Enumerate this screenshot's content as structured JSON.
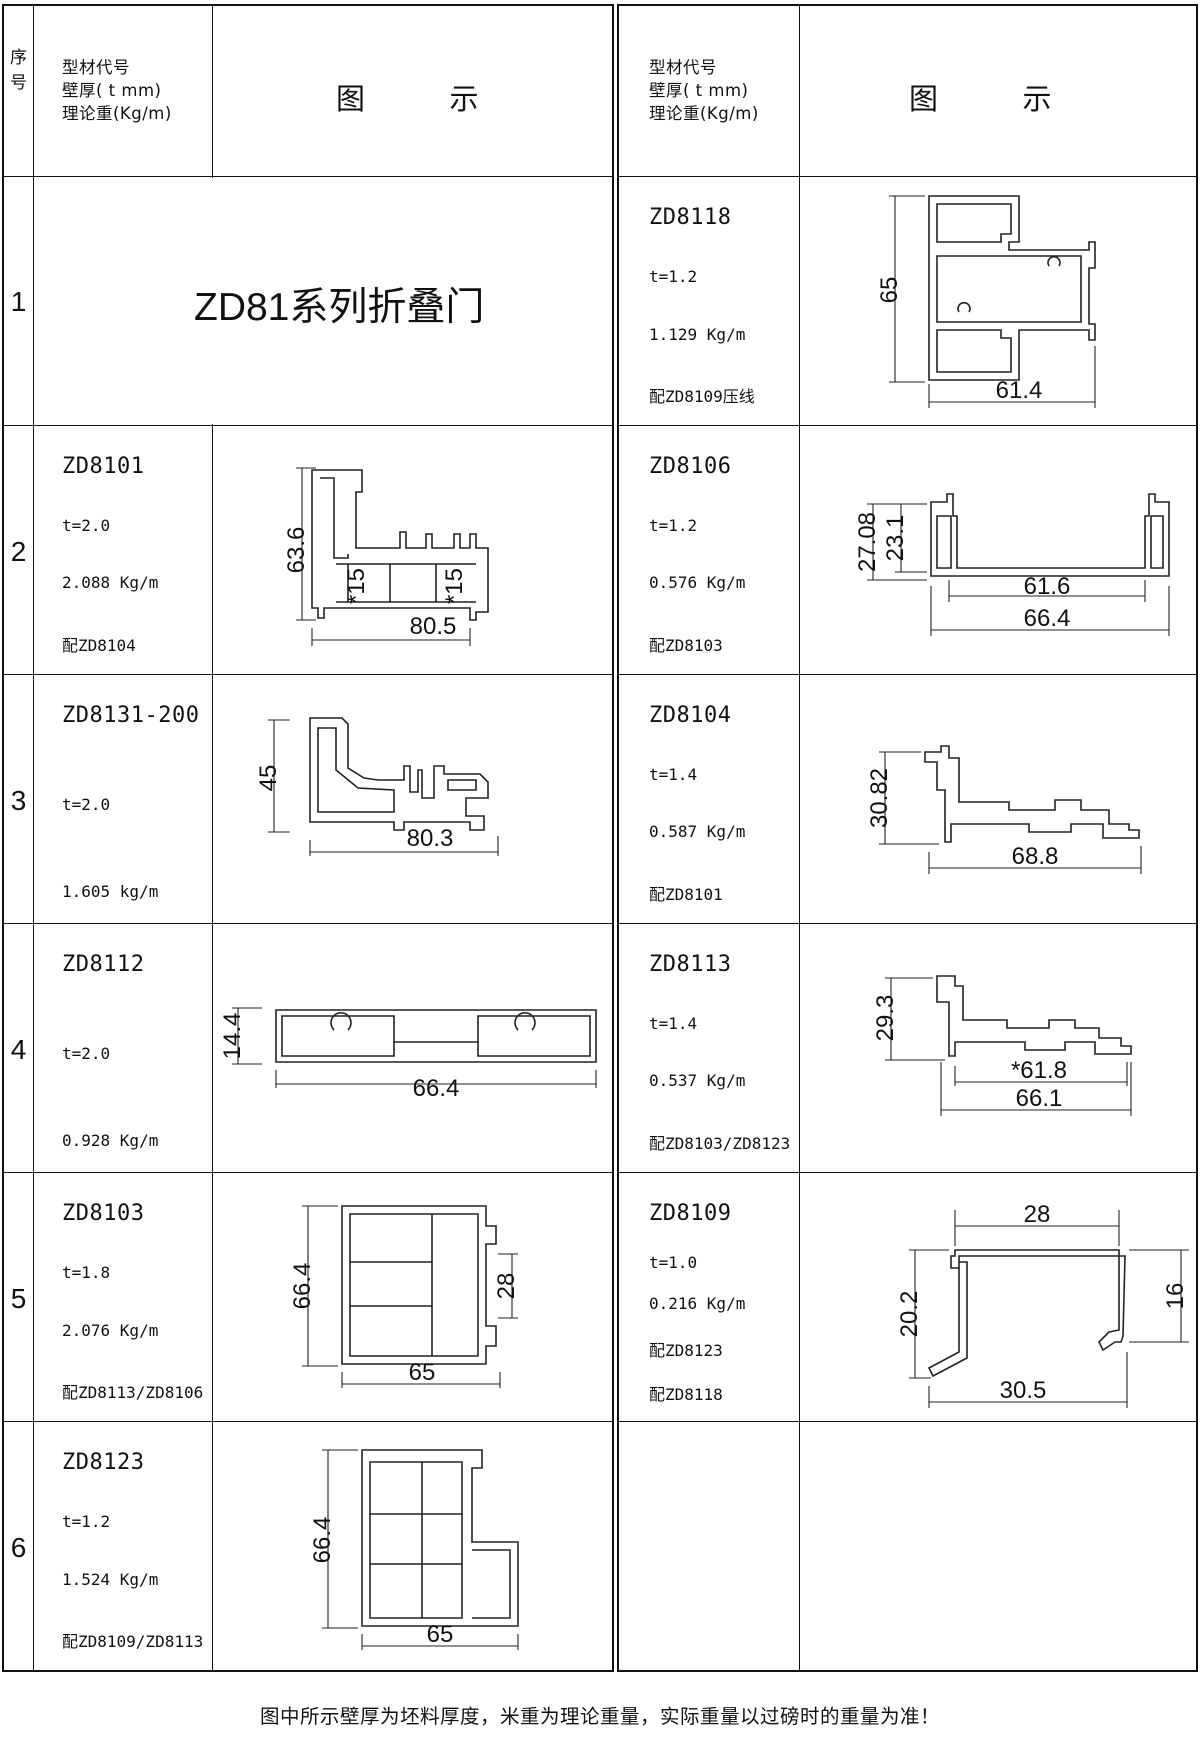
{
  "header": {
    "index_label": "序号",
    "spec_lines": [
      "型材代号",
      "壁厚( t mm)",
      "理论重(Kg/m)"
    ],
    "figure_label_a": "图",
    "figure_label_b": "示"
  },
  "series_title": "ZD81系列折叠门",
  "left_rows": [
    {
      "num": "1"
    },
    {
      "num": "2",
      "code": "ZD8101",
      "thickness": "t=2.0",
      "weight": "2.088 Kg/m",
      "match": "配ZD8104",
      "dims": [
        "63.6",
        "*15",
        "*15",
        "80.5"
      ]
    },
    {
      "num": "3",
      "code": "ZD8131-200",
      "thickness": "t=2.0",
      "weight": "1.605 kg/m",
      "match": "",
      "dims": [
        "45",
        "80.3"
      ]
    },
    {
      "num": "4",
      "code": "ZD8112",
      "thickness": "t=2.0",
      "weight": "0.928 Kg/m",
      "match": "",
      "dims": [
        "14.4",
        "66.4"
      ]
    },
    {
      "num": "5",
      "code": "ZD8103",
      "thickness": "t=1.8",
      "weight": "2.076 Kg/m",
      "match": "配ZD8113/ZD8106",
      "dims": [
        "66.4",
        "28",
        "65"
      ]
    },
    {
      "num": "6",
      "code": "ZD8123",
      "thickness": "t=1.2",
      "weight": "1.524 Kg/m",
      "match": "配ZD8109/ZD8113",
      "dims": [
        "66.4",
        "65"
      ]
    }
  ],
  "right_rows": [
    {
      "code": "ZD8118",
      "thickness": "t=1.2",
      "weight": "1.129 Kg/m",
      "match": "配ZD8109压线",
      "dims": [
        "65",
        "61.4"
      ]
    },
    {
      "code": "ZD8106",
      "thickness": "t=1.2",
      "weight": "0.576 Kg/m",
      "match": "配ZD8103",
      "dims": [
        "27.08",
        "23.1",
        "61.6",
        "66.4"
      ]
    },
    {
      "code": "ZD8104",
      "thickness": "t=1.4",
      "weight": "0.587 Kg/m",
      "match": "配ZD8101",
      "dims": [
        "30.82",
        "68.8"
      ]
    },
    {
      "code": "ZD8113",
      "thickness": "t=1.4",
      "weight": "0.537 Kg/m",
      "match": "配ZD8103/ZD8123",
      "dims": [
        "29.3",
        "*61.8",
        "66.1"
      ]
    },
    {
      "code": "ZD8109",
      "thickness": "t=1.0",
      "weight": "0.216 Kg/m",
      "match": "配ZD8123",
      "match2": "配ZD8118",
      "dims": [
        "28",
        "20.2",
        "16",
        "30.5"
      ]
    }
  ],
  "footnote": "图中所示壁厚为坯料厚度，米重为理论重量，实际重量以过磅时的重量为准！"
}
